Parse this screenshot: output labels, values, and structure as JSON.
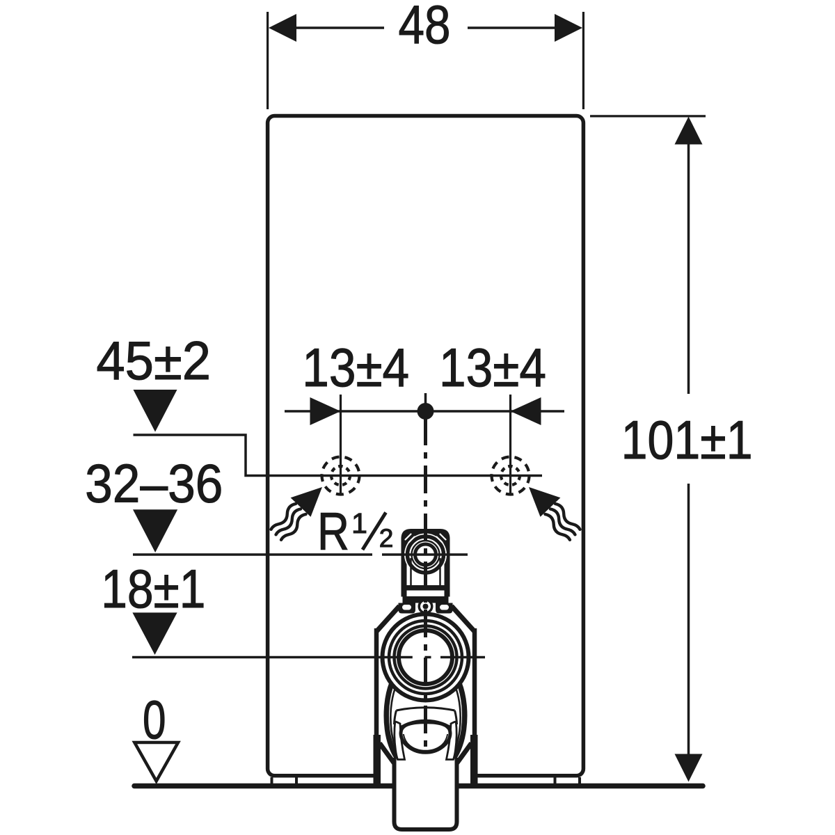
{
  "drawing": {
    "type": "technical-installation-diagram",
    "background_color": "#ffffff",
    "ink_color": "#1a1a1a",
    "dimensions": {
      "width_top": {
        "label": "48"
      },
      "height_right": {
        "label": "101±1"
      },
      "offset_left": {
        "label": "13±4"
      },
      "offset_right": {
        "label": "13±4"
      }
    },
    "levels": {
      "level_1": {
        "label": "45±2"
      },
      "level_2": {
        "label": "32–36"
      },
      "level_3": {
        "label": "18±1"
      },
      "level_floor": {
        "label": "0"
      }
    },
    "thread": {
      "prefix": "R",
      "numerator": "1",
      "denominator": "2"
    }
  }
}
